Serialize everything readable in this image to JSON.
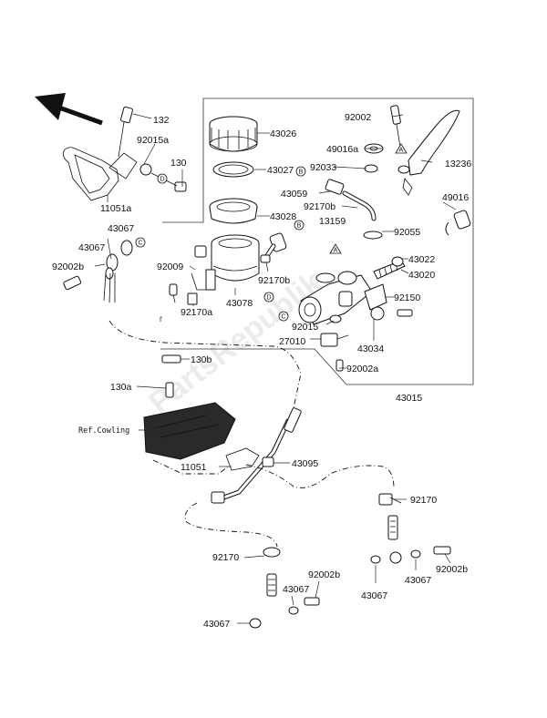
{
  "watermark": "PartsRepublik",
  "ref_note": "Ref.Cowling",
  "callouts": {
    "a": "A",
    "b": "B",
    "c": "C",
    "d": "D"
  },
  "labels": {
    "p132": "132",
    "p92015a": "92015a",
    "p130": "130",
    "p11051a": "11051a",
    "p43067_top": "43067",
    "p43067_left": "43067",
    "p92002b_left": "92002b",
    "p43026": "43026",
    "p43027": "43027",
    "p43028": "43028",
    "p92009": "92009",
    "p92170b_mid": "92170b",
    "p43078": "43078",
    "p92170a": "92170a",
    "p92002": "92002",
    "p49016a": "49016a",
    "p92033": "92033",
    "p43059": "43059",
    "p92170b_right": "92170b",
    "p13159": "13159",
    "p13236": "13236",
    "p49016": "49016",
    "p92055": "92055",
    "p43022": "43022",
    "p43020": "43020",
    "p92150": "92150",
    "p92015": "92015",
    "p27010": "27010",
    "p43034": "43034",
    "p92002a": "92002a",
    "p43015": "43015",
    "p130b": "130b",
    "p130a": "130a",
    "p11051": "11051",
    "p43095": "43095",
    "p92170_right": "92170",
    "p92170_left": "92170",
    "p92002b_mid": "92002b",
    "p43067_mid": "43067",
    "p43067_bottom": "43067",
    "p43067_br1": "43067",
    "p43067_br2": "43067",
    "p92002b_right": "92002b"
  }
}
